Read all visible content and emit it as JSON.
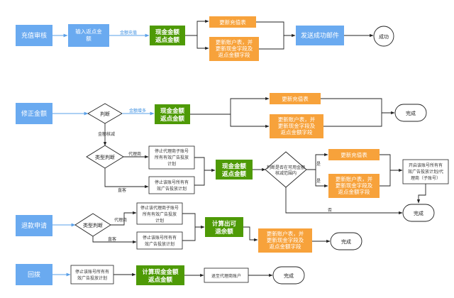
{
  "flow_recharge": {
    "title": "充值审核",
    "input_rebate": [
      "输入返点金",
      "额"
    ],
    "edge_recharge": "金额充值",
    "cash_rebate": [
      "现金金额",
      "返点金额"
    ],
    "update_recharge": "更新充值表",
    "update_account": [
      "更新账户表，并",
      "更新现金字段及",
      "返点金额字段"
    ],
    "send_email": "发送成功邮件",
    "success": "成功"
  },
  "flow_correct": {
    "title": "修正金额",
    "judge": "判断",
    "edge_increase": "金额增多",
    "cash_rebate_a": [
      "现金金额",
      "返点金额"
    ],
    "update_recharge_a": "更新充值表",
    "update_account_a": [
      "更新账户表，并",
      "更新现金字段及",
      "返点金额字段"
    ],
    "done_a": "完成",
    "edge_decrease": "金额核减",
    "type_judge": "类型判断",
    "edge_agent": "代理商",
    "stop_agent": [
      "停止代理商子账号",
      "所有有效广告投放",
      "计划"
    ],
    "edge_direct": "直客",
    "stop_direct": [
      "停止该账号所有有",
      "效广告投放计划"
    ],
    "cash_rebate_b": [
      "现金金额",
      "返点金额"
    ],
    "range_judge": [
      "判断是否在可用金额",
      "核减范围内"
    ],
    "edge_yes1": "是",
    "edge_yes2": "是",
    "update_recharge_b": "更新充值表",
    "update_account_b": [
      "更新账户表，并",
      "更新现金字段及",
      "返点金额字段"
    ],
    "enable_plans": [
      "开启该账号所有有",
      "效广告投放计划/代",
      "理商（子账号）"
    ],
    "edge_no": "否",
    "done_b": "完成"
  },
  "flow_refund": {
    "title": "退款申请",
    "type_judge": "类型判断",
    "edge_agent": "代理商",
    "stop_agent": [
      "停止该代理商子账号",
      "所有有效广告投放",
      "计划"
    ],
    "edge_direct": "直客",
    "stop_direct": [
      "停止该账号所有有",
      "效广告投放计划"
    ],
    "calc_refund": [
      "计算出可",
      "退余额"
    ],
    "update_account": [
      "更新账户表，并",
      "更新现金字段及",
      "返点金额字段"
    ],
    "done": "完成"
  },
  "flow_rollback": {
    "title": "回拨",
    "stop_plans": [
      "停止该账号所有有",
      "效广告投放计划"
    ],
    "calc_cash": [
      "计算现金金额",
      "返点金额"
    ],
    "return_agent": "退至代理商账户",
    "done": "完成"
  },
  "colors": {
    "blue": "#6aaaf0",
    "green": "#4e9a06",
    "orange": "#f7a23b",
    "line_blue": "#5aa0e8"
  }
}
